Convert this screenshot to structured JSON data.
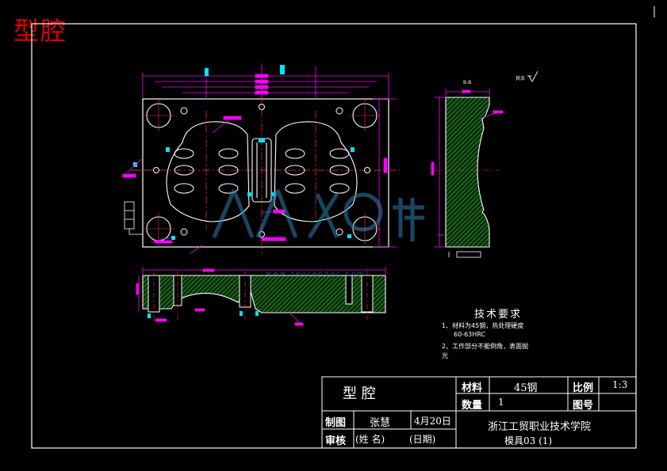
{
  "overlay_title": "型腔",
  "section_label": "B-B",
  "surface_note": "其余",
  "tech_requirements": {
    "heading": "技术要求",
    "items": [
      "1、材料为45钢，热处理硬度",
      "60-63HRC",
      "2、工作部分不能倒角，表面抛",
      "光"
    ]
  },
  "title_block": {
    "part_name": "型    腔",
    "material_label": "材料",
    "material_value": "45钢",
    "scale_label": "比例",
    "scale_value": "1:3",
    "quantity_label": "数量",
    "quantity_value": "1",
    "drawing_no_label": "图号",
    "drawer_label": "制图",
    "drawer_name": "张慧",
    "date_value": "4月20日",
    "checker_label": "审核",
    "name_placeholder": "(姓   名)",
    "date_placeholder": "(日期)",
    "school": "浙江工贸职业技术学院",
    "drawing_code": "模具03 (1)"
  },
  "watermark": {
    "brand": "人人文库",
    "url": "w w w . r e n r e n d o c . c o m"
  },
  "colors": {
    "background": "#000000",
    "outline": "#ffffff",
    "dimension": "#ff00ff",
    "hatch": "#22aa22",
    "center": "#ff3333",
    "annotation": "#00e5ff",
    "title_overlay": "#e00000"
  }
}
